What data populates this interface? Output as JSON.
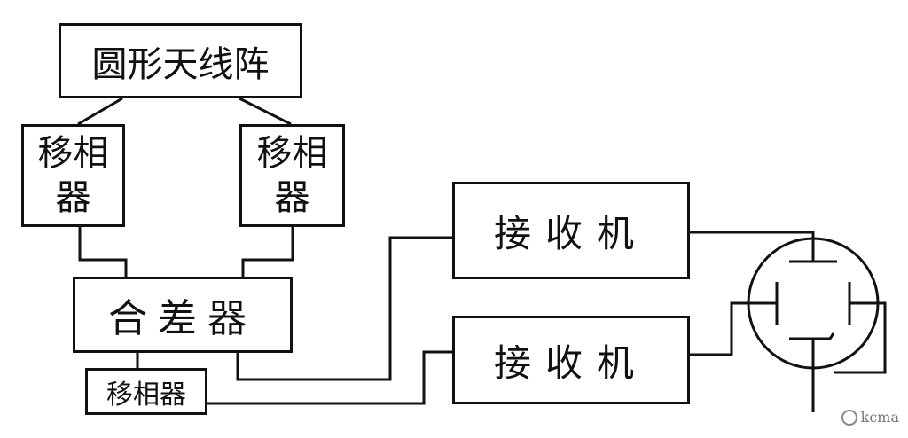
{
  "blocks": {
    "antenna": "圆形天线阵",
    "phase_shifter_left": [
      "移相",
      "器"
    ],
    "phase_shifter_right": [
      "移相",
      "器"
    ],
    "sum_diff": "合差器",
    "phase_shifter_bottom": "移相器",
    "receiver_top": "接收机",
    "receiver_bottom": "接收机"
  },
  "watermark": {
    "text": "kcma"
  }
}
